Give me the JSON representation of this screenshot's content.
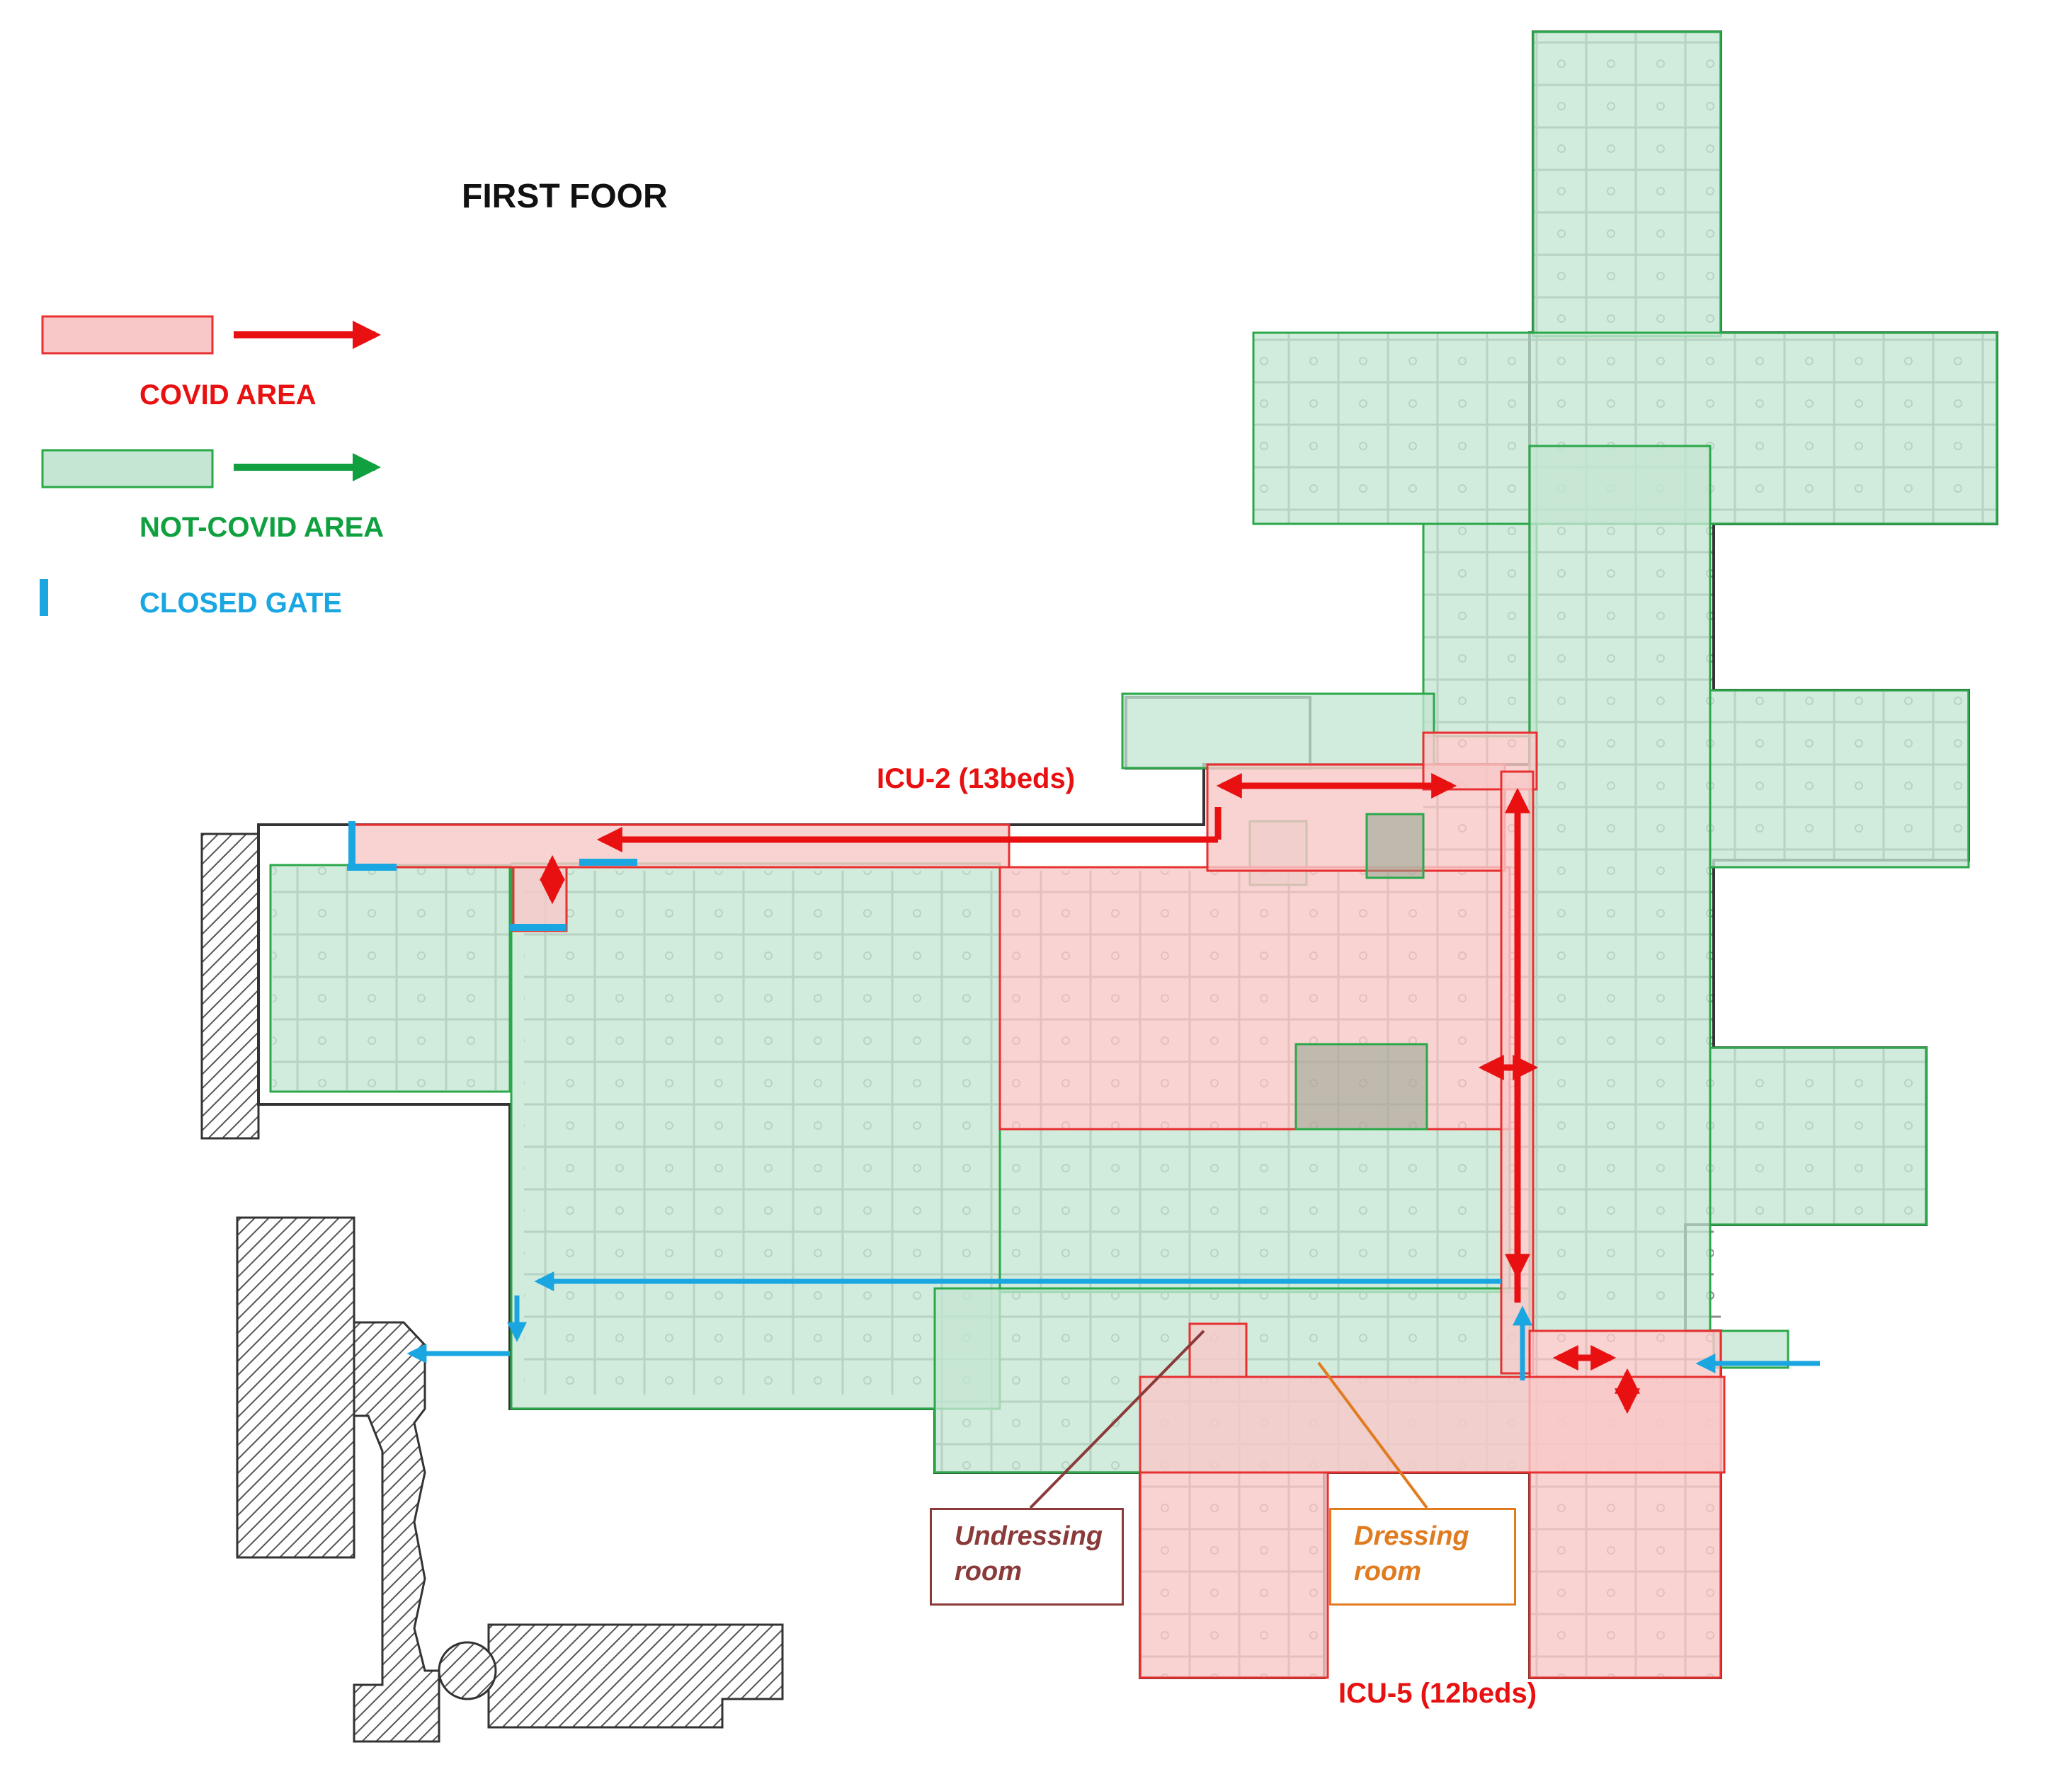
{
  "title": "FIRST FOOR",
  "legend": {
    "covid_label": "COVID AREA",
    "not_covid_label": "NOT-COVID AREA",
    "closed_gate_label": "CLOSED GATE"
  },
  "units": {
    "icu2_label": "ICU-2 (13beds)",
    "icu5_label": "ICU-5 (12beds)"
  },
  "rooms": {
    "undressing_line1": "Undressing",
    "undressing_line2": "room",
    "dressing_line1": "Dressing",
    "dressing_line2": "room"
  },
  "colors": {
    "covid_fill": "#f8c8c8",
    "covid_stroke": "#e83030",
    "covid_arrow": "#e81010",
    "not_covid_fill": "#c4e6d2",
    "not_covid_stroke": "#2aa84a",
    "not_covid_arrow": "#10a040",
    "gate": "#1aa6e0",
    "undressing": "#8b3a3a",
    "dressing": "#e07b20",
    "walls": "#333333",
    "hatch": "#555555"
  }
}
